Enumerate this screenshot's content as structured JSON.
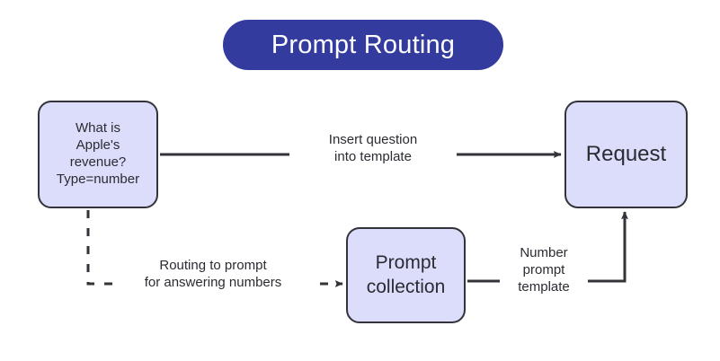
{
  "diagram": {
    "title": "Prompt Routing",
    "title_pill_color": "#343B9E",
    "title_text_color": "#FFFFFF",
    "node_fill_color": "#DCDCFB",
    "node_border_color": "#33333A",
    "connector_color": "#33333A",
    "background_color": "#FFFFFF",
    "nodes": [
      {
        "id": "question",
        "label": "What is\nApple's\nrevenue?\nType=number"
      },
      {
        "id": "collection",
        "label": "Prompt\ncollection"
      },
      {
        "id": "request",
        "label": "Request"
      }
    ],
    "edges": [
      {
        "id": "insert",
        "label": "Insert question\ninto template",
        "style": "solid",
        "from": "question",
        "to": "request"
      },
      {
        "id": "routing",
        "label": "Routing to prompt\nfor answering numbers",
        "style": "dashed",
        "from": "question",
        "to": "collection"
      },
      {
        "id": "number",
        "label": "Number\nprompt\ntemplate",
        "style": "solid",
        "from": "collection",
        "to": "request"
      }
    ]
  }
}
